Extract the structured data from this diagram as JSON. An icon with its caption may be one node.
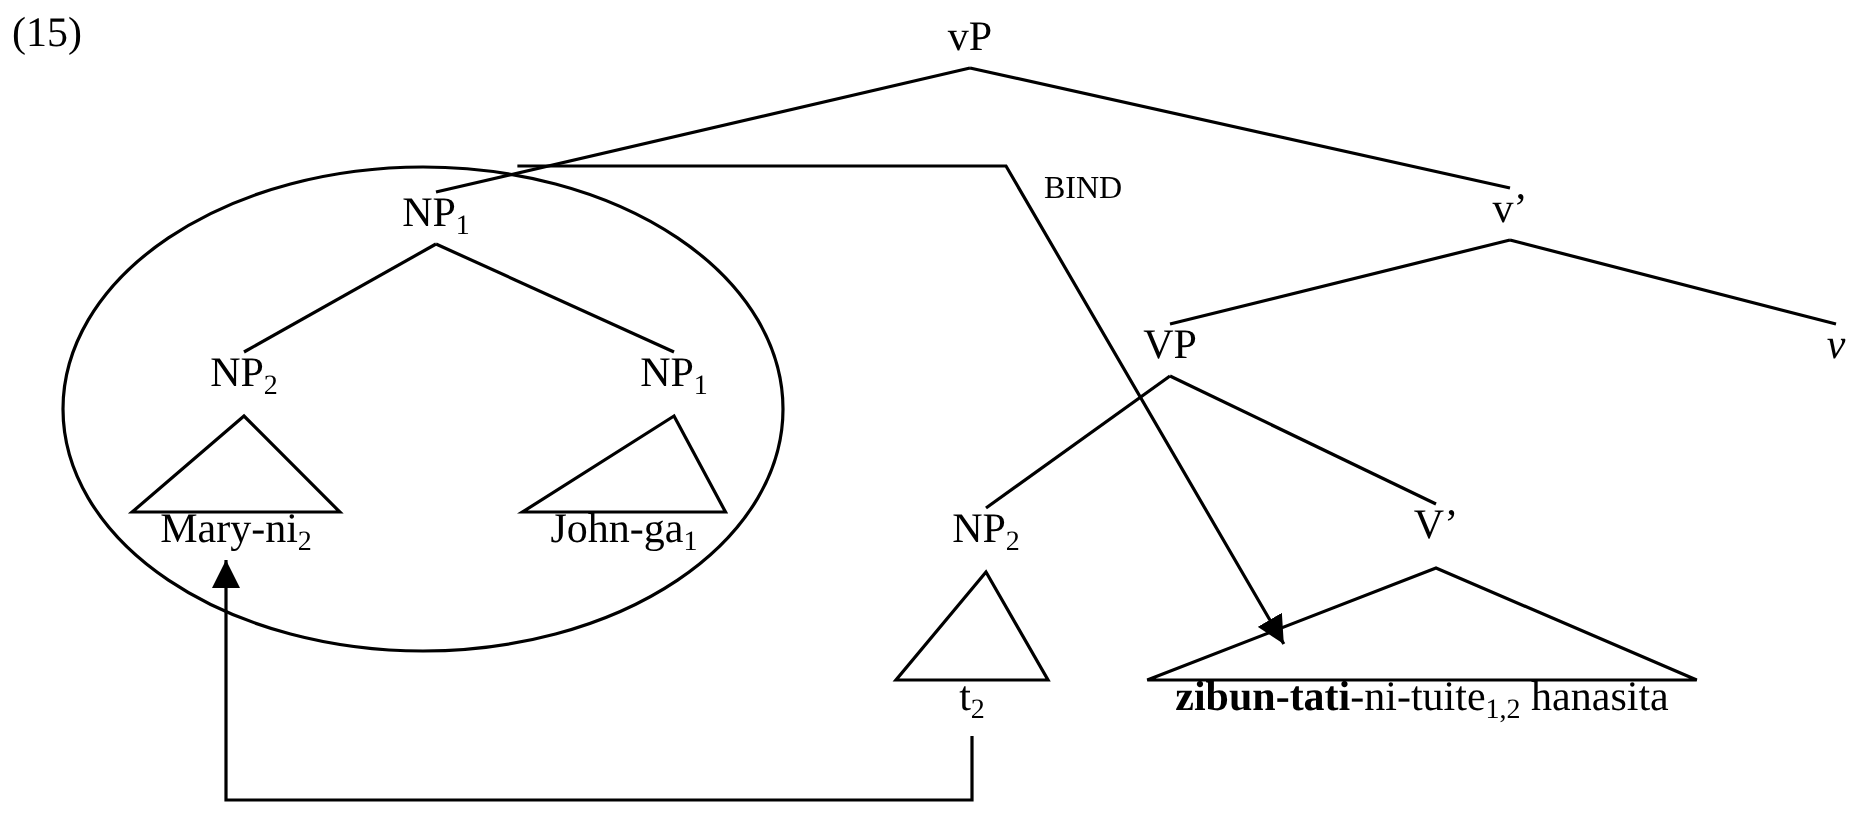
{
  "diagram": {
    "nodes": [
      {
        "text": [
          "vP"
        ]
      },
      {
        "text": [],
        "shape": "ellipse"
      },
      {
        "text": [
          "NP$_{1}$"
        ],
        "in": 1
      },
      {
        "text": [
          "NP$_{2}$"
        ],
        "in": 1
      },
      {
        "text": [
          "NP$_{1}$"
        ],
        "in": 1
      },
      {
        "text": [
          "Mary-ni$_{2}$"
        ],
        "in": 1
      },
      {
        "text": [
          "John-ga$_{1}$"
        ],
        "in": 1
      },
      {
        "text": [
          "v’"
        ]
      },
      {
        "text": [
          "VP"
        ]
      },
      {
        "text": [
          "v"
        ]
      },
      {
        "text": [
          "NP$_{2}$"
        ]
      },
      {
        "text": [
          "V’"
        ]
      },
      {
        "text": [
          "t$_{2}$"
        ]
      },
      {
        "text": [
          "**zibun-tati**-ni-tuite$_{1,2}$ hanasita"
        ]
      }
    ],
    "edges": [
      {
        "from": 0,
        "to": 2,
        "arrow": "none"
      },
      {
        "from": 0,
        "to": 7,
        "arrow": "none"
      },
      {
        "from": 2,
        "to": 3,
        "arrow": "none"
      },
      {
        "from": 2,
        "to": 4,
        "arrow": "none"
      },
      {
        "from": 3,
        "to": 5,
        "arrow": "none"
      },
      {
        "from": 4,
        "to": 6,
        "arrow": "none"
      },
      {
        "from": 7,
        "to": 8,
        "arrow": "none"
      },
      {
        "from": 7,
        "to": 9,
        "arrow": "none"
      },
      {
        "from": 8,
        "to": 10,
        "arrow": "none"
      },
      {
        "from": 8,
        "to": 11,
        "arrow": "none"
      },
      {
        "from": 10,
        "to": 12,
        "arrow": "none"
      },
      {
        "from": 11,
        "to": 13,
        "arrow": "none"
      },
      {
        "from": 1,
        "to": 13,
        "arrow": "to",
        "label": "BIND"
      },
      {
        "from": 12,
        "to": 5,
        "arrow": "to"
      }
    ],
    "labels": [
      "(15)"
    ]
  }
}
